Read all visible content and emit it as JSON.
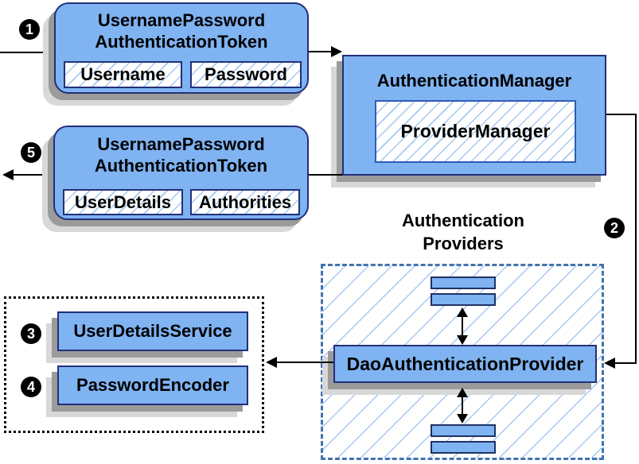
{
  "diagram": {
    "badges": {
      "step1": "1",
      "step2": "2",
      "step3": "3",
      "step4": "4",
      "step5": "5"
    },
    "request_token": {
      "title_line1": "UsernamePassword",
      "title_line2": "AuthenticationToken",
      "field1": "Username",
      "field2": "Password"
    },
    "authentication_manager": {
      "title": "AuthenticationManager",
      "inner": "ProviderManager"
    },
    "response_token": {
      "title_line1": "UsernamePassword",
      "title_line2": "AuthenticationToken",
      "field1": "UserDetails",
      "field2": "Authorities"
    },
    "providers_group": {
      "label_line1": "Authentication",
      "label_line2": "Providers"
    },
    "dao_provider": {
      "title": "DaoAuthenticationProvider"
    },
    "user_details_service": {
      "title": "UserDetailsService"
    },
    "password_encoder": {
      "title": "PasswordEncoder"
    },
    "colors": {
      "node_fill": "#7fb3f2",
      "node_border": "#22307a",
      "hatch_line": "#a6c8f2",
      "dashed_border": "#4273ae",
      "dotted_border": "#000000",
      "connector": "#000000",
      "shadow_dark": "#9b9b9b",
      "shadow_light": "#d8d8d8"
    }
  }
}
